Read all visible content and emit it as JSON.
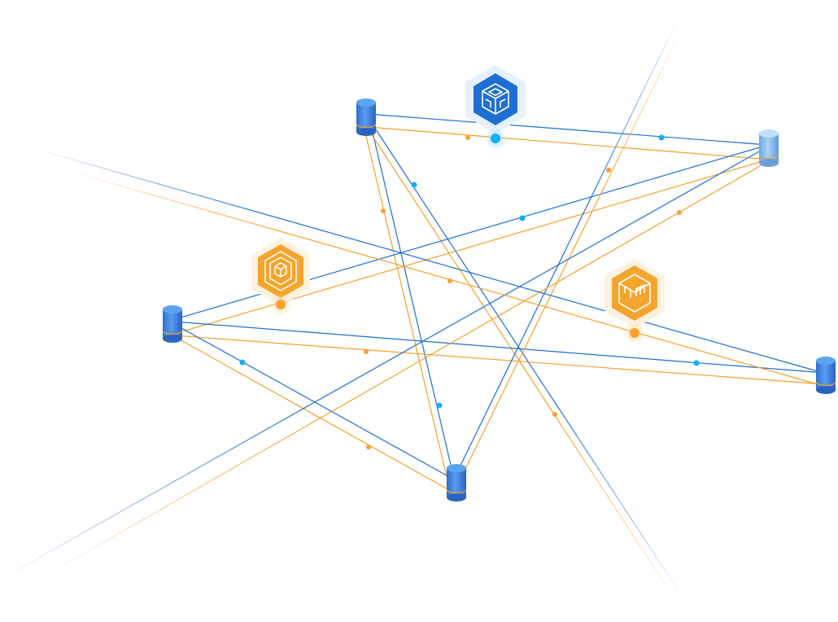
{
  "diagram": {
    "colors": {
      "blue": "#1f6fd1",
      "orange": "#f2a12c",
      "dot_blue": "#14aef5",
      "dot_orange": "#f5a232",
      "cylinder_blue": "#3c7fe0",
      "cylinder_light": "#8ec0f2",
      "badge_blue": "#1e6ed6",
      "badge_orange": "#f4a52d",
      "background": "#ffffff"
    },
    "nodes": [
      {
        "id": "db-top",
        "icon": "database-icon",
        "variant": "blue"
      },
      {
        "id": "db-right-top",
        "icon": "database-icon",
        "variant": "light"
      },
      {
        "id": "db-left",
        "icon": "database-icon",
        "variant": "blue"
      },
      {
        "id": "db-right",
        "icon": "database-icon",
        "variant": "blue"
      },
      {
        "id": "db-bottom",
        "icon": "database-icon",
        "variant": "blue"
      }
    ],
    "badges": [
      {
        "id": "badge-top",
        "icon": "cubes-icon",
        "variant": "blue"
      },
      {
        "id": "badge-left",
        "icon": "package-icon",
        "variant": "orange"
      },
      {
        "id": "badge-right",
        "icon": "container-icon",
        "variant": "orange"
      }
    ],
    "connections": [
      {
        "from": "db-top",
        "to": "db-right-top"
      },
      {
        "from": "db-top",
        "to": "db-bottom"
      },
      {
        "from": "db-top",
        "to": "off-bottom"
      },
      {
        "from": "db-left",
        "to": "db-right-top"
      },
      {
        "from": "db-left",
        "to": "db-right"
      },
      {
        "from": "db-left",
        "to": "db-bottom"
      },
      {
        "from": "db-bottom",
        "to": "off-top"
      },
      {
        "from": "db-right-top",
        "to": "off-bottom-left"
      },
      {
        "from": "off-left",
        "to": "db-right"
      }
    ]
  }
}
